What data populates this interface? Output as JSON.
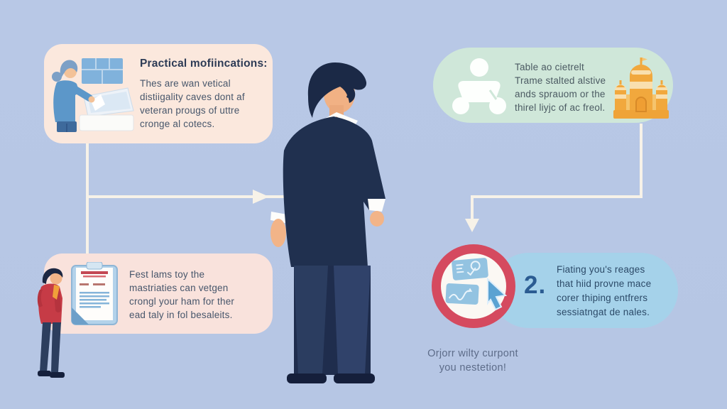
{
  "colors": {
    "bg": "#b6c6e4",
    "box_peach": "#fbe8dd",
    "box_green": "#cfe7d9",
    "box_pink": "#f9e2dc",
    "box_blue": "#a5d2ea",
    "accent_red": "#d54a5f",
    "connector": "#f7f2e8",
    "gold": "#f1a83d",
    "suit_navy": "#20304f"
  },
  "top_left_card": {
    "icon": "woman-at-scanner-illustration",
    "heading": "Practical mofiincations:",
    "lines": [
      "Thes are wan vetical",
      "distiigality caves dont af",
      "veteran prougs of uttre",
      "cronge al cotecs."
    ]
  },
  "top_right_card": {
    "left_icon": "person-with-wheels-icon",
    "right_icon": "palace-building-icon",
    "lines": [
      "Table ao cietrelt",
      "Trame stalted alstive",
      "ands sprauom or the",
      "thirel liyjc of ac freol."
    ]
  },
  "bottom_left_card": {
    "icon": "clipboard-document-icon",
    "lines": [
      "Fest lams toy the",
      "mastriaties can vetgen",
      "crongl your ham for ther",
      "ead taly in fol besaleits."
    ]
  },
  "bottom_right_card": {
    "icon": "charts-and-cursor-badge-icon",
    "number": "2.",
    "lines": [
      "Fiating you's reages",
      "that hiid provne mace",
      "corer thiping entfrers",
      "sessiatngat de nales."
    ]
  },
  "caption": {
    "lines": [
      "Orjorr wilty curpont",
      "you nestetion!"
    ]
  },
  "figures": {
    "center": "businessman-back-view",
    "bottom_left": "person-in-red-hoodie"
  }
}
